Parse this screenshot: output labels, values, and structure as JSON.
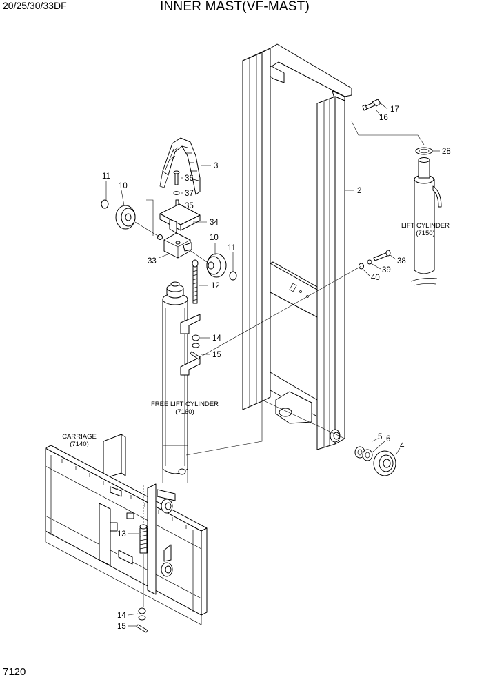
{
  "header": {
    "model": "20/25/30/33DF",
    "title": "INNER MAST(VF-MAST)"
  },
  "footer": {
    "page_number": "7120"
  },
  "callouts": {
    "c2": "2",
    "c3": "3",
    "c4": "4",
    "c5": "5",
    "c6": "6",
    "c10a": "10",
    "c10b": "10",
    "c11a": "11",
    "c11b": "11",
    "c12": "12",
    "c13": "13",
    "c14a": "14",
    "c14b": "14",
    "c15a": "15",
    "c15b": "15",
    "c16": "16",
    "c17": "17",
    "c28": "28",
    "c33": "33",
    "c34": "34",
    "c35": "35",
    "c36": "36",
    "c37": "37",
    "c38": "38",
    "c39": "39",
    "c40": "40"
  },
  "captions": {
    "lift_cylinder": {
      "name": "LIFT CYLINDER",
      "ref": "(7150)"
    },
    "free_lift_cylinder": {
      "name": "FREE LIFT CYLINDER",
      "ref": "(7160)"
    },
    "carriage": {
      "name": "CARRIAGE",
      "ref": "(7140)"
    }
  }
}
